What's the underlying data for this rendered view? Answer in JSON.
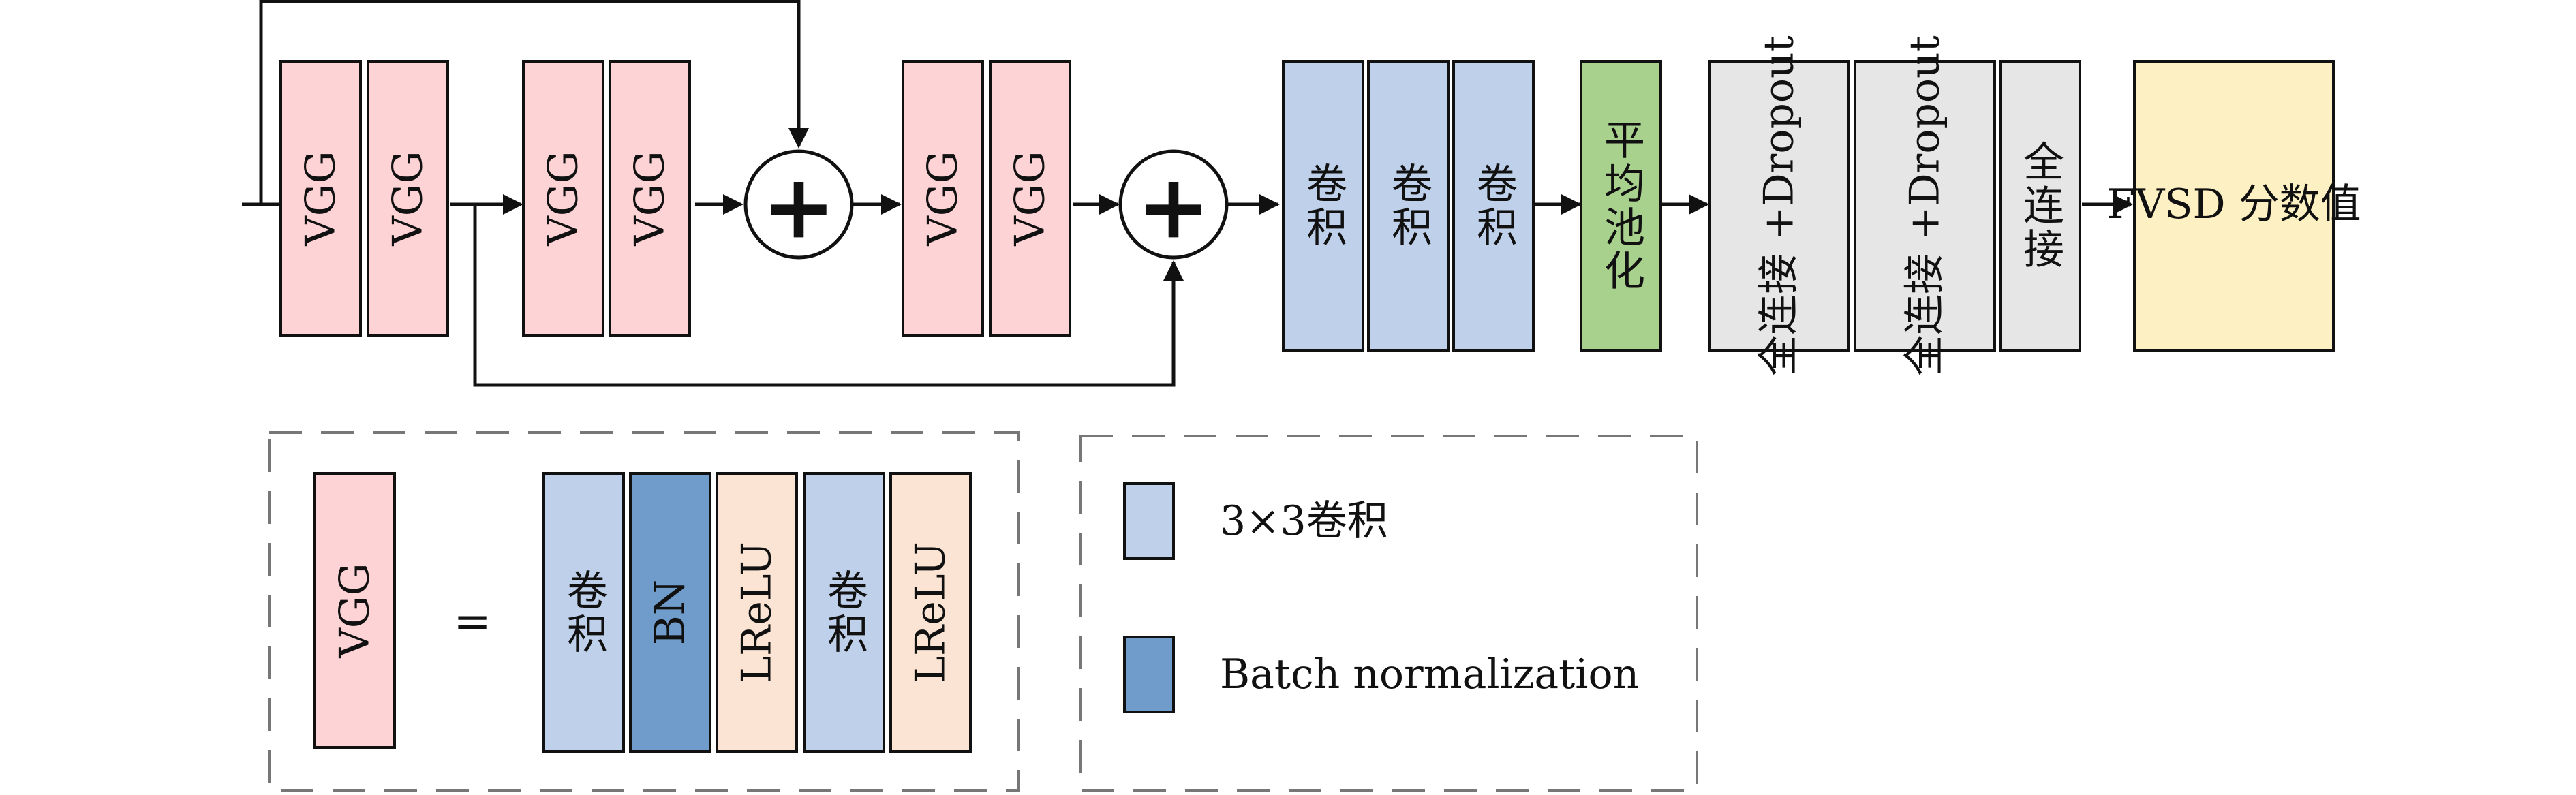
{
  "colors": {
    "vgg": "#fdd3d6",
    "conv": "#bfd1ea",
    "bn": "#6f9ccb",
    "lrelu": "#fbe4d3",
    "pool": "#a9d18e",
    "fc": "#e6e6e6",
    "output": "#fdf0c3",
    "stroke": "#111111",
    "dash": "#777777"
  },
  "main": {
    "vgg_label": "VGG",
    "conv_label": "卷积",
    "pool_label": "平均池化",
    "fc_dropout_label": "全连接 +Dropout",
    "fc_label": "全连接",
    "output_label": "FVSD 分数值",
    "plus_symbol": "+"
  },
  "vgg_detail": {
    "vgg_label": "VGG",
    "equals": "=",
    "sequence": [
      "卷积",
      "BN",
      "LReLU",
      "卷积",
      "LReLU"
    ]
  },
  "legend": {
    "items": [
      {
        "label": "3×3卷积",
        "color_key": "conv"
      },
      {
        "label": "Batch normalization",
        "color_key": "bn"
      }
    ]
  }
}
